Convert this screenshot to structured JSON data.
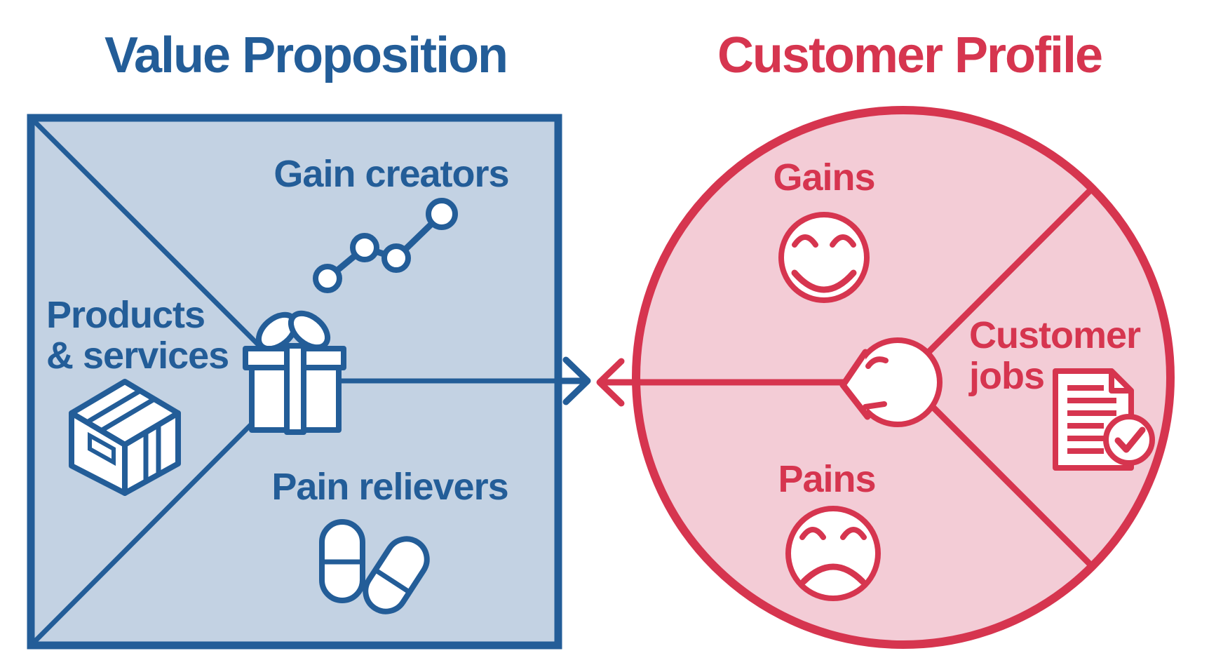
{
  "vp": {
    "title": "Value Proposition",
    "gain_creators": "Gain creators",
    "products_line1": "Products",
    "products_line2": "& services",
    "pain_relievers": "Pain relievers"
  },
  "cp": {
    "title": "Customer Profile",
    "gains": "Gains",
    "jobs_line1": "Customer",
    "jobs_line2": "jobs",
    "pains": "Pains"
  },
  "icons": {
    "gain_creators": "trend-line-chart",
    "products_services": "package-box",
    "value_center": "gift-box",
    "pain_relievers": "pills",
    "gains": "smiling-face",
    "customer_jobs": "document-with-checkmark",
    "pains": "sad-face",
    "customer_center": "person-profile",
    "connector": "two-opposing-arrows"
  },
  "colors": {
    "blue": "#235d98",
    "blue-fill": "#c3d2e3",
    "red": "#d6354f",
    "red-fill": "#f3ccd6",
    "white": "#ffffff"
  }
}
